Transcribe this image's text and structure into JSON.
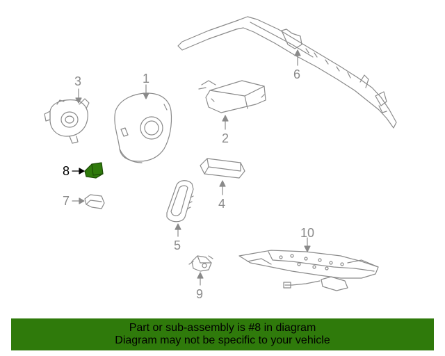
{
  "callouts": {
    "c1": "1",
    "c2": "2",
    "c3": "3",
    "c4": "4",
    "c5": "5",
    "c6": "6",
    "c7": "7",
    "c8": "8",
    "c9": "9",
    "c10": "10"
  },
  "highlighted_part": "8",
  "colors": {
    "line": "#8a8a8a",
    "highlight_fill": "#2f7a0b",
    "footer_bg": "#2f7a0b",
    "footer_text": "#000000"
  },
  "footer": {
    "line1": "Part or sub-assembly is #8 in diagram",
    "line2": "Diagram may not be specific to your vehicle"
  }
}
